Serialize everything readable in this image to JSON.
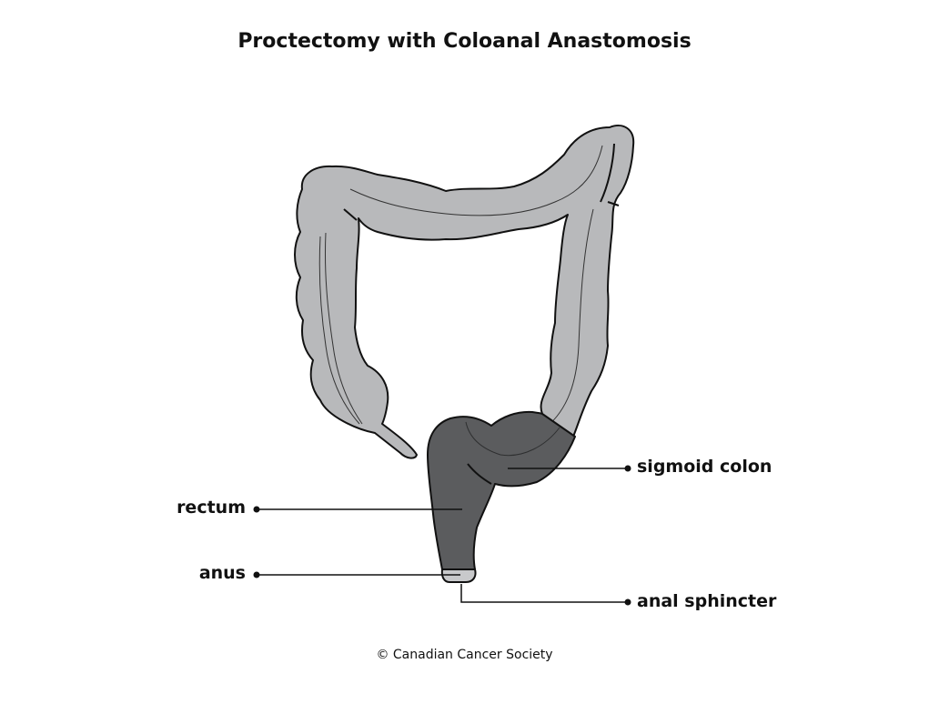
{
  "title": "Proctectomy with Coloanal Anastomosis",
  "labels": {
    "sigmoid_colon": "sigmoid colon",
    "rectum": "rectum",
    "anus": "anus",
    "anal_sphincter": "anal sphincter"
  },
  "credit": "© Canadian Cancer Society",
  "colors": {
    "colon_fill": "#b8b9bb",
    "rectum_fill": "#5b5c5e",
    "sphincter_fill": "#c8c9cb",
    "outline": "#111111"
  }
}
